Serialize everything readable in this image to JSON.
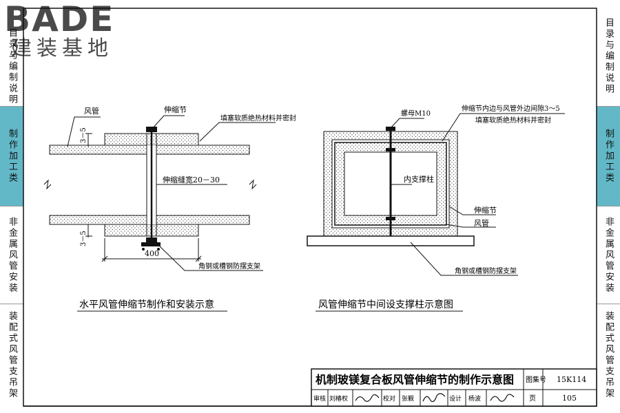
{
  "logo": {
    "brand": "BADE",
    "tagline": "建装基地"
  },
  "side_tabs": [
    {
      "label": "目录与编制说明",
      "active": false
    },
    {
      "label": "制作加工类",
      "active": true
    },
    {
      "label": "非金属风管安装",
      "active": false
    },
    {
      "label": "装配式风管支吊架",
      "active": false
    }
  ],
  "left_figure": {
    "caption": "水平风管伸缩节制作和安装示意",
    "label_duct": "风管",
    "label_joint": "伸缩节",
    "label_fill": "填塞软质绝热材料并密封",
    "label_gap": "伸缩缝宽20－30",
    "label_clearance_top": "3－5",
    "label_clearance_bottom": "3－5",
    "dimension_width": "400",
    "label_bracket": "角钢或槽钢防摆支架"
  },
  "right_figure": {
    "caption": "风管伸缩节中间设支撑柱示意图",
    "label_nut": "螺母M10",
    "label_gap_note": "伸缩节内边与风管外边间隙3～5",
    "label_fill": "填塞软质绝热材料并密封",
    "label_post": "内支撑柱",
    "label_joint": "伸缩节",
    "label_duct": "风管",
    "label_bracket": "角钢或槽钢防摆支架"
  },
  "title_block": {
    "title": "机制玻镁复合板风管伸缩节的制作示意图",
    "atlas_label": "图集号",
    "atlas_no": "15K114",
    "review_label": "审核",
    "reviewer": "刘椿权",
    "check_label": "校对",
    "checker": "张觐",
    "design_label": "设计",
    "designer": "杨波",
    "page_label": "页",
    "page_no": "105"
  },
  "colors": {
    "active_tab": "#62b8c7",
    "line": "#111111",
    "logo": "#4a4a4a"
  }
}
